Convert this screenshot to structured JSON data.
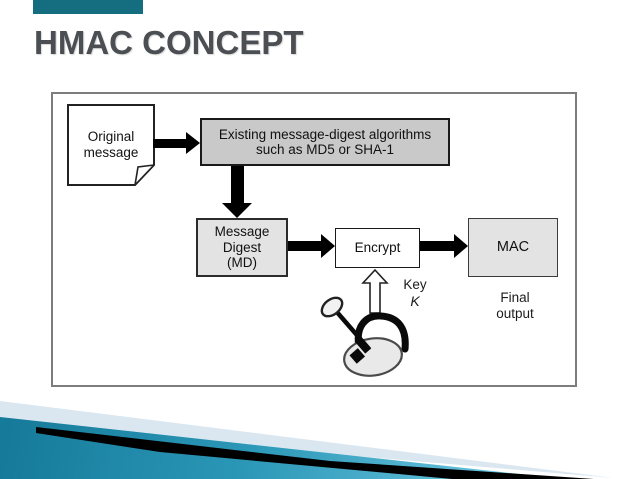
{
  "slide": {
    "title": "HMAC CONCEPT"
  },
  "theme": {
    "accent_teal": "#156d80",
    "title_color": "#4b4e52",
    "algorithms_box_fill": "#c9c9c9",
    "digest_box_fill": "#e3e3e3",
    "mac_box_fill": "#e3e3e3",
    "frame_border": "#7d7d7d",
    "swoosh_pale": "#dbe7f0",
    "swoosh_teal_dark": "#0f7191",
    "swoosh_teal_light": "#62bfda",
    "swoosh_black": "#000000"
  },
  "diagram": {
    "source_document": {
      "line1": "Original",
      "line2": "message"
    },
    "algorithms_box": {
      "line1": "Existing message-digest algorithms",
      "line2": "such as MD5 or SHA-1"
    },
    "message_digest_box": {
      "line1": "Message",
      "line2": "Digest",
      "line3": "(MD)"
    },
    "encrypt_box": {
      "label": "Encrypt"
    },
    "mac_box": {
      "label": "MAC"
    },
    "final_output_caption": {
      "line1": "Final",
      "line2": "output"
    },
    "key_caption": {
      "line1": "Key",
      "line2": "K"
    }
  }
}
